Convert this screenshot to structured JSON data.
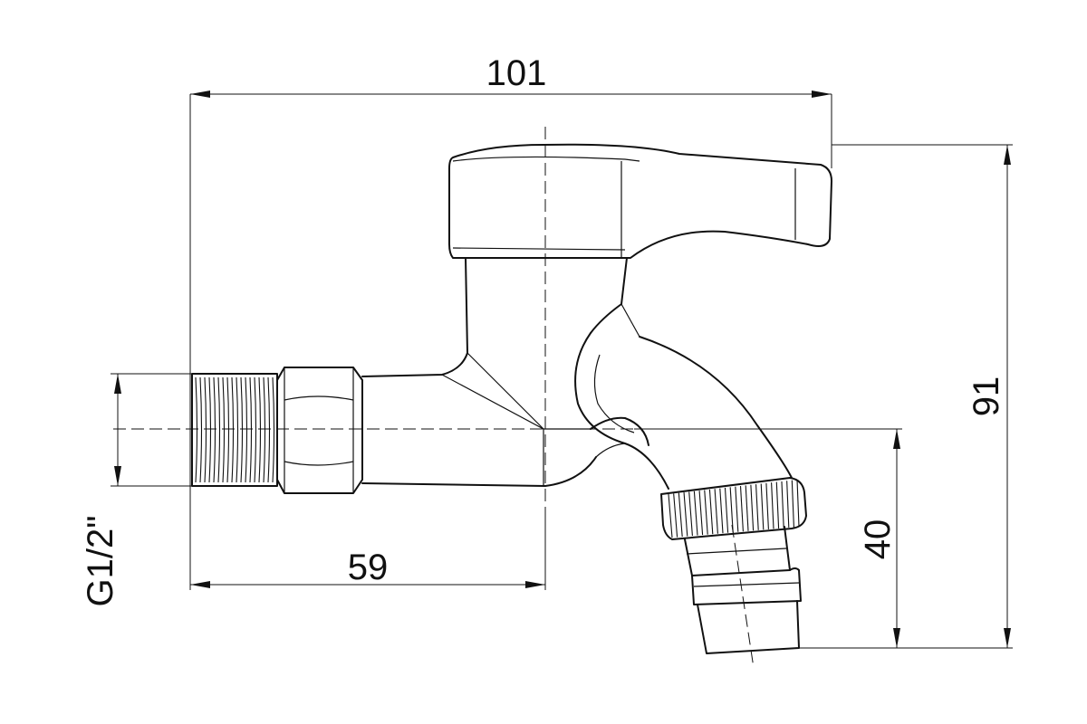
{
  "dimensions": {
    "overall_length": "101",
    "overall_height": "91",
    "spout_height": "40",
    "inlet_to_axis": "59",
    "thread_size": "G1/2\""
  },
  "colors": {
    "line": "#111111",
    "background": "#ffffff"
  }
}
